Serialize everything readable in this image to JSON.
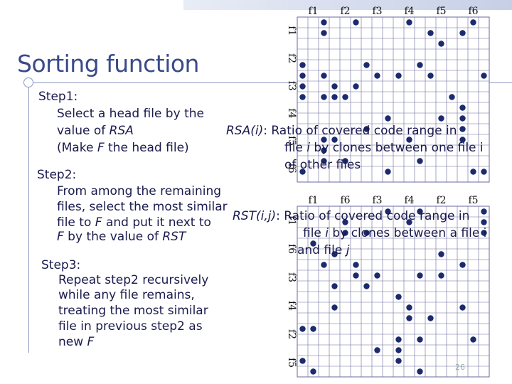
{
  "slide": {
    "title": "Sorting function",
    "step1": {
      "heading": "Step1:",
      "line1": "Select a head file by the",
      "line2_pre": "value of ",
      "line2_var": "RSA",
      "line3_pre": "(Make ",
      "line3_var": "F",
      "line3_post": " the head file)"
    },
    "step2": {
      "heading": "Step2:",
      "line1": "From among the remaining",
      "line2": "files, select the most similar",
      "line3_pre": "file to ",
      "line3_var": "F",
      "line3_post": " and put it next to",
      "line4_var": "F",
      "line4_mid": " by the value of ",
      "line4_var2": "RST"
    },
    "step3": {
      "heading": "Step3:",
      "line1": "Repeat step2 recursively",
      "line2": "while any file remains,",
      "line3": "treating the most similar",
      "line4": "file in previous step2 as",
      "line5_pre": "new ",
      "line5_var": "F"
    },
    "rsa": {
      "label": "RSA(i)",
      "line1": ": Ratio of covered code range in",
      "line2_pre": "file ",
      "line2_var": "i",
      "line2_post": " by clones between one file i",
      "line3": "of other files"
    },
    "rst": {
      "label": "RST(i,j)",
      "line1": ": Ratio of covered code range in",
      "line2_pre": "file ",
      "line2_var": "i",
      "line2_post": " by clones between a file i",
      "line3_pre": "and file ",
      "line3_var": "j"
    },
    "page_number": "26"
  },
  "matrix1": {
    "col_labels": [
      "f1",
      "f2",
      "f3",
      "f4",
      "f5",
      "f6"
    ],
    "row_labels": [
      "f1",
      "f2",
      "f3",
      "f4",
      "f5",
      "f6"
    ]
  },
  "matrix2": {
    "col_labels": [
      "f1",
      "f6",
      "f3",
      "f4",
      "f2",
      "f5"
    ],
    "row_labels": [
      "f1",
      "f6",
      "f3",
      "f4",
      "f2",
      "f5"
    ]
  },
  "colors": {
    "title": "#3a4a8a",
    "text": "#1a1a4d",
    "dot": "#1c2a6e",
    "grid": "#6a6aa0"
  }
}
